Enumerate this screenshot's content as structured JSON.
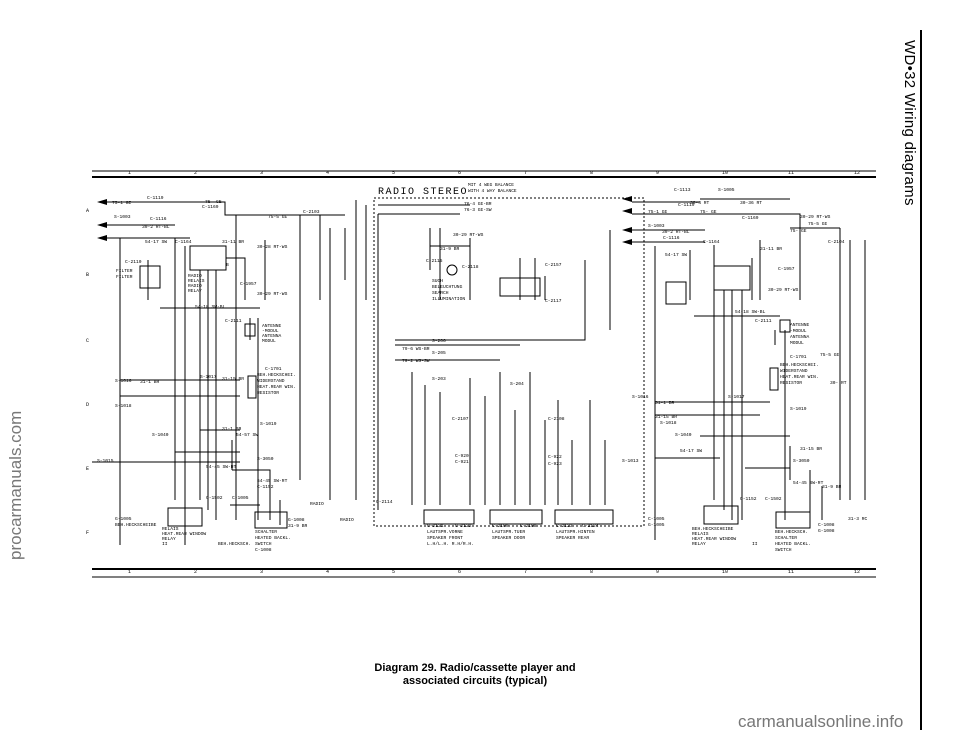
{
  "side_title": "WD•32 Wiring diagrams",
  "watermark_left": "procarmanuals.com",
  "watermark_bottom": "carmanualsonline.info",
  "caption_line1": "Diagram 29. Radio/cassette player and",
  "caption_line2": "associated circuits (typical)",
  "diagram": {
    "title": "RADIO STEREO",
    "title_note": [
      "MIT 4 WEG BALANCE",
      "WITH 4 WAY BALANCE"
    ],
    "balance_note": [
      "4 WEG BALANCE",
      "4 WAY BALANCE"
    ],
    "grid_columns": [
      "1",
      "2",
      "3",
      "4",
      "5",
      "6",
      "7",
      "8",
      "9",
      "10",
      "11",
      "12"
    ],
    "grid_rows": [
      "A",
      "B",
      "C",
      "D",
      "E",
      "F"
    ],
    "left_labels": [
      "C-1119",
      "75-1 GE",
      "75- GE",
      "C-1169",
      "C-1116",
      "S-1003",
      "30-2 RT-BL",
      "54-17 SW",
      "C-1164",
      "31-11 BR",
      "C-2110",
      "FILTER",
      "FILTER",
      "RADIO",
      "RELAIS",
      "RADIO",
      "RELAY",
      "B",
      "75-5 GE",
      "C-2103",
      "30-28 RT-WS",
      "C-1957",
      "30-29 RT-WS",
      "54-18 SW-BL",
      "C-2111",
      "ANTENNE",
      "-MODUL",
      "ANTENNA",
      "MODUL",
      "C-1701",
      "BEH.HECKSCHEI.",
      "WIDERSTAND",
      "HEAT.REAR WIN.",
      "RESISTOR",
      "S-1017",
      "31-15 BR",
      "S-1016",
      "31-1 BR",
      "S-1018",
      "31-1 BR",
      "S-1019",
      "S-1040",
      "54-57 SW",
      "S-1015",
      "54-45 SW-RT",
      "S-3050",
      "54-45 SW-RT",
      "C-1152",
      "C-1502",
      "C-1005",
      "G-1005",
      "BEH.HECKSCHEIBE",
      "RELAIS",
      "HEAT.REAR WINDOW",
      "RELAY",
      "II",
      "BEH.HECKSCH.",
      "SCHALTER",
      "HEATED BACKL.",
      "SWITCH",
      "C-1008",
      "G-1008",
      "31-9 BR",
      "RADIO",
      "RADIO"
    ],
    "center_labels": [
      "76-4 GE-BR",
      "76-3 GE-SW",
      "30-29 RT-WS",
      "31-9 BR",
      "C-2115",
      "SUCH",
      "BELEUCHTUNG",
      "SEARCH",
      "ILLUMINATION",
      "C-2118",
      "C-2157",
      "C-2117",
      "79-6 WS-BR",
      "79-2 WS-SW",
      "S-206",
      "S-205",
      "S-203",
      "S-204",
      "C-2107",
      "C-2108",
      "C-922",
      "C-923",
      "C-921",
      "C-920",
      "C-2121",
      "C-2122",
      "LAUTSPR.VORNE",
      "SPEAKER FRONT",
      "L.H/L.H.  R.H/R.H.",
      "C-2109",
      "C-2108",
      "LAUTSPR.TUER",
      "SPEAKER DOOR",
      "C-2123",
      "C-2124",
      "LAUTSPR.HINTEN",
      "SPEAKER REAR",
      "C-2114"
    ],
    "right_labels": [
      "C-1113",
      "S-1005",
      "30-4 RT",
      "30-36 RT",
      "C-1119",
      "75-1 GE",
      "75- GE",
      "C-1169",
      "S-1003",
      "30-2 RT-BL",
      "C-1116",
      "54-17 SW",
      "C-1164",
      "31-11 BR",
      "75- GE",
      "30-29 RT-WS",
      "75-5 GE",
      "C-2104",
      "C-1957",
      "30-29 RT-WS",
      "54-18 SW-BL",
      "C-2111",
      "ANTENNE",
      "-MODUL",
      "ANTENNA",
      "MODUL",
      "C-1701",
      "BEH.HECKSCHEI.",
      "WIDERSTAND",
      "HEAT.REAR WIN.",
      "RESISTOR",
      "75-5 GE",
      "30- RT",
      "S-1016",
      "31-1 BR",
      "31-15 BR",
      "S-1018",
      "S-1017",
      "S-1019",
      "S-1040",
      "54-17 SW",
      "31-15 BR",
      "S-3050",
      "54-45 SW-RT",
      "S-1013",
      "C-1152",
      "C-1502",
      "C-1005",
      "G-1005",
      "BEH.HECKSCHEIBE",
      "RELAIS",
      "HEAT.REAR WINDOW",
      "RELAY",
      "II",
      "BEH.HECKSCH.",
      "SCHALTER",
      "HEATED BACKL.",
      "SWITCH",
      "C-1008",
      "G-1008",
      "31-9 BR",
      "31-3 RC"
    ]
  }
}
